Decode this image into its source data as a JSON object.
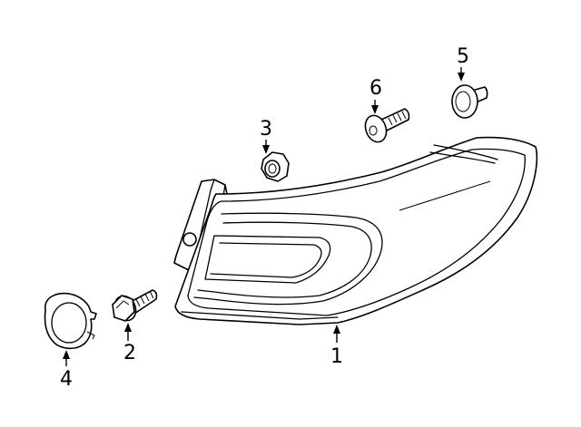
{
  "colors": {
    "background": "#ffffff",
    "line": "#000000"
  },
  "callouts": {
    "lamp": "1",
    "bolt": "2",
    "nut": "3",
    "cap": "4",
    "grommet": "5",
    "screw": "6"
  }
}
